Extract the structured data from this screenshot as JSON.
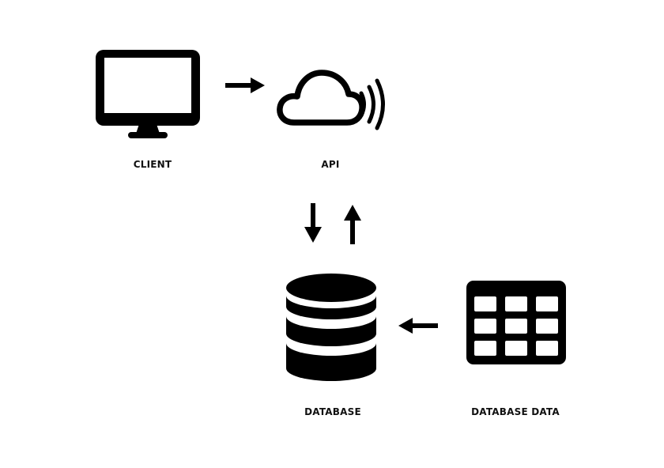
{
  "diagram": {
    "nodes": {
      "client": {
        "label": "CLIENT",
        "icon": "desktop-monitor-icon"
      },
      "api": {
        "label": "API",
        "icon": "cloud-signal-icon"
      },
      "database": {
        "label": "DATABASE",
        "icon": "database-icon"
      },
      "database_data": {
        "label": "DATABASE DATA",
        "icon": "table-grid-icon"
      }
    },
    "edges": [
      {
        "from": "client",
        "to": "api",
        "direction": "right"
      },
      {
        "from": "api",
        "to": "database",
        "direction": "down"
      },
      {
        "from": "database",
        "to": "api",
        "direction": "up"
      },
      {
        "from": "database_data",
        "to": "database",
        "direction": "left"
      }
    ],
    "colors": {
      "ink": "#000000",
      "background": "#ffffff"
    }
  }
}
